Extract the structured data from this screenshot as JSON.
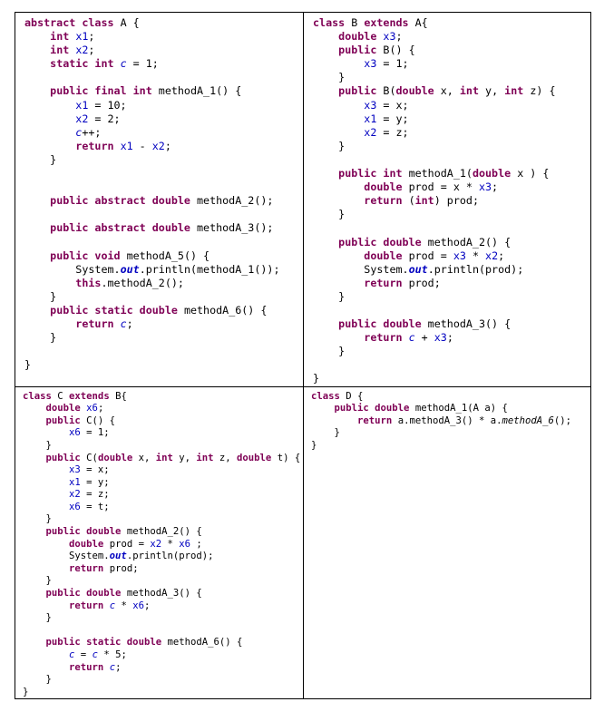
{
  "code_blocks": {
    "class_a": [
      [
        [
          "kw",
          "abstract class "
        ],
        [
          "",
          "A {"
        ]
      ],
      [
        [
          "",
          "    "
        ],
        [
          "kw",
          "int "
        ],
        [
          "fld",
          "x1"
        ],
        [
          "",
          ";"
        ]
      ],
      [
        [
          "",
          "    "
        ],
        [
          "kw",
          "int "
        ],
        [
          "fld",
          "x2"
        ],
        [
          "",
          ";"
        ]
      ],
      [
        [
          "",
          "    "
        ],
        [
          "kw",
          "static int "
        ],
        [
          "sta",
          "c"
        ],
        [
          "",
          " = 1;"
        ]
      ],
      [
        [
          "",
          ""
        ]
      ],
      [
        [
          "",
          "    "
        ],
        [
          "kw",
          "public final int "
        ],
        [
          "",
          "methodA_1() {"
        ]
      ],
      [
        [
          "",
          "        "
        ],
        [
          "fld",
          "x1"
        ],
        [
          "",
          " = 10;"
        ]
      ],
      [
        [
          "",
          "        "
        ],
        [
          "fld",
          "x2"
        ],
        [
          "",
          " = 2;"
        ]
      ],
      [
        [
          "",
          "        "
        ],
        [
          "sta",
          "c"
        ],
        [
          "",
          "++;"
        ]
      ],
      [
        [
          "",
          "        "
        ],
        [
          "kw",
          "return "
        ],
        [
          "fld",
          "x1"
        ],
        [
          "",
          " - "
        ],
        [
          "fld",
          "x2"
        ],
        [
          "",
          ";"
        ]
      ],
      [
        [
          "",
          "    }"
        ]
      ],
      [
        [
          "",
          ""
        ]
      ],
      [
        [
          "",
          ""
        ]
      ],
      [
        [
          "",
          "    "
        ],
        [
          "kw",
          "public abstract double "
        ],
        [
          "",
          "methodA_2();"
        ]
      ],
      [
        [
          "",
          ""
        ]
      ],
      [
        [
          "",
          "    "
        ],
        [
          "kw",
          "public abstract double "
        ],
        [
          "",
          "methodA_3();"
        ]
      ],
      [
        [
          "",
          ""
        ]
      ],
      [
        [
          "",
          "    "
        ],
        [
          "kw",
          "public void "
        ],
        [
          "",
          "methodA_5() {"
        ]
      ],
      [
        [
          "",
          "        System."
        ],
        [
          "out",
          "out"
        ],
        [
          "",
          ".println(methodA_1());"
        ]
      ],
      [
        [
          "",
          "        "
        ],
        [
          "kw",
          "this"
        ],
        [
          "",
          ".methodA_2();"
        ]
      ],
      [
        [
          "",
          "    }"
        ]
      ],
      [
        [
          "",
          "    "
        ],
        [
          "kw",
          "public static double "
        ],
        [
          "",
          "methodA_6() {"
        ]
      ],
      [
        [
          "",
          "        "
        ],
        [
          "kw",
          "return "
        ],
        [
          "sta",
          "c"
        ],
        [
          "",
          ";"
        ]
      ],
      [
        [
          "",
          "    }"
        ]
      ],
      [
        [
          "",
          ""
        ]
      ],
      [
        [
          "",
          "}"
        ]
      ]
    ],
    "class_b": [
      [
        [
          "kw",
          "class "
        ],
        [
          "",
          "B "
        ],
        [
          "kw",
          "extends "
        ],
        [
          "",
          "A{"
        ]
      ],
      [
        [
          "",
          "    "
        ],
        [
          "kw",
          "double "
        ],
        [
          "fld",
          "x3"
        ],
        [
          "",
          ";"
        ]
      ],
      [
        [
          "",
          "    "
        ],
        [
          "kw",
          "public "
        ],
        [
          "",
          "B() {"
        ]
      ],
      [
        [
          "",
          "        "
        ],
        [
          "fld",
          "x3"
        ],
        [
          "",
          " = 1;"
        ]
      ],
      [
        [
          "",
          "    }"
        ]
      ],
      [
        [
          "",
          "    "
        ],
        [
          "kw",
          "public "
        ],
        [
          "",
          "B("
        ],
        [
          "kw",
          "double "
        ],
        [
          "",
          "x, "
        ],
        [
          "kw",
          "int "
        ],
        [
          "",
          "y, "
        ],
        [
          "kw",
          "int "
        ],
        [
          "",
          "z) {"
        ]
      ],
      [
        [
          "",
          "        "
        ],
        [
          "fld",
          "x3"
        ],
        [
          "",
          " = x;"
        ]
      ],
      [
        [
          "",
          "        "
        ],
        [
          "fld",
          "x1"
        ],
        [
          "",
          " = y;"
        ]
      ],
      [
        [
          "",
          "        "
        ],
        [
          "fld",
          "x2"
        ],
        [
          "",
          " = z;"
        ]
      ],
      [
        [
          "",
          "    }"
        ]
      ],
      [
        [
          "",
          ""
        ]
      ],
      [
        [
          "",
          "    "
        ],
        [
          "kw",
          "public int "
        ],
        [
          "",
          "methodA_1("
        ],
        [
          "kw",
          "double "
        ],
        [
          "",
          "x ) {"
        ]
      ],
      [
        [
          "",
          "        "
        ],
        [
          "kw",
          "double "
        ],
        [
          "",
          "prod = x * "
        ],
        [
          "fld",
          "x3"
        ],
        [
          "",
          ";"
        ]
      ],
      [
        [
          "",
          "        "
        ],
        [
          "kw",
          "return "
        ],
        [
          "",
          "("
        ],
        [
          "kw",
          "int"
        ],
        [
          "",
          ") prod;"
        ]
      ],
      [
        [
          "",
          "    }"
        ]
      ],
      [
        [
          "",
          ""
        ]
      ],
      [
        [
          "",
          "    "
        ],
        [
          "kw",
          "public double "
        ],
        [
          "",
          "methodA_2() {"
        ]
      ],
      [
        [
          "",
          "        "
        ],
        [
          "kw",
          "double "
        ],
        [
          "",
          "prod = "
        ],
        [
          "fld",
          "x3"
        ],
        [
          "",
          " * "
        ],
        [
          "fld",
          "x2"
        ],
        [
          "",
          ";"
        ]
      ],
      [
        [
          "",
          "        System."
        ],
        [
          "out",
          "out"
        ],
        [
          "",
          ".println(prod);"
        ]
      ],
      [
        [
          "",
          "        "
        ],
        [
          "kw",
          "return "
        ],
        [
          "",
          "prod;"
        ]
      ],
      [
        [
          "",
          "    }"
        ]
      ],
      [
        [
          "",
          ""
        ]
      ],
      [
        [
          "",
          "    "
        ],
        [
          "kw",
          "public double "
        ],
        [
          "",
          "methodA_3() {"
        ]
      ],
      [
        [
          "",
          "        "
        ],
        [
          "kw",
          "return "
        ],
        [
          "sta",
          "c"
        ],
        [
          "",
          " + "
        ],
        [
          "fld",
          "x3"
        ],
        [
          "",
          ";"
        ]
      ],
      [
        [
          "",
          "    }"
        ]
      ],
      [
        [
          "",
          ""
        ]
      ],
      [
        [
          "",
          "}"
        ]
      ]
    ],
    "class_c": [
      [
        [
          "kw",
          "class "
        ],
        [
          "",
          "C "
        ],
        [
          "kw",
          "extends "
        ],
        [
          "",
          "B{"
        ]
      ],
      [
        [
          "",
          "    "
        ],
        [
          "kw",
          "double "
        ],
        [
          "fld",
          "x6"
        ],
        [
          "",
          ";"
        ]
      ],
      [
        [
          "",
          "    "
        ],
        [
          "kw",
          "public "
        ],
        [
          "",
          "C() {"
        ]
      ],
      [
        [
          "",
          "        "
        ],
        [
          "fld",
          "x6"
        ],
        [
          "",
          " = 1;"
        ]
      ],
      [
        [
          "",
          "    }"
        ]
      ],
      [
        [
          "",
          "    "
        ],
        [
          "kw",
          "public "
        ],
        [
          "",
          "C("
        ],
        [
          "kw",
          "double "
        ],
        [
          "",
          "x, "
        ],
        [
          "kw",
          "int "
        ],
        [
          "",
          "y, "
        ],
        [
          "kw",
          "int "
        ],
        [
          "",
          "z, "
        ],
        [
          "kw",
          "double "
        ],
        [
          "",
          "t) {"
        ]
      ],
      [
        [
          "",
          "        "
        ],
        [
          "fld",
          "x3"
        ],
        [
          "",
          " = x;"
        ]
      ],
      [
        [
          "",
          "        "
        ],
        [
          "fld",
          "x1"
        ],
        [
          "",
          " = y;"
        ]
      ],
      [
        [
          "",
          "        "
        ],
        [
          "fld",
          "x2"
        ],
        [
          "",
          " = z;"
        ]
      ],
      [
        [
          "",
          "        "
        ],
        [
          "fld",
          "x6"
        ],
        [
          "",
          " = t;"
        ]
      ],
      [
        [
          "",
          "    }"
        ]
      ],
      [
        [
          "",
          "    "
        ],
        [
          "kw",
          "public double "
        ],
        [
          "",
          "methodA_2() {"
        ]
      ],
      [
        [
          "",
          "        "
        ],
        [
          "kw",
          "double "
        ],
        [
          "",
          "prod = "
        ],
        [
          "fld",
          "x2"
        ],
        [
          "",
          " * "
        ],
        [
          "fld",
          "x6"
        ],
        [
          "",
          " ;"
        ]
      ],
      [
        [
          "",
          "        System."
        ],
        [
          "out",
          "out"
        ],
        [
          "",
          ".println(prod);"
        ]
      ],
      [
        [
          "",
          "        "
        ],
        [
          "kw",
          "return "
        ],
        [
          "",
          "prod;"
        ]
      ],
      [
        [
          "",
          "    }"
        ]
      ],
      [
        [
          "",
          "    "
        ],
        [
          "kw",
          "public double "
        ],
        [
          "",
          "methodA_3() {"
        ]
      ],
      [
        [
          "",
          "        "
        ],
        [
          "kw",
          "return "
        ],
        [
          "sta",
          "c"
        ],
        [
          "",
          " * "
        ],
        [
          "fld",
          "x6"
        ],
        [
          "",
          ";"
        ]
      ],
      [
        [
          "",
          "    }"
        ]
      ],
      [
        [
          "",
          ""
        ]
      ],
      [
        [
          "",
          "    "
        ],
        [
          "kw",
          "public static double "
        ],
        [
          "",
          "methodA_6() {"
        ]
      ],
      [
        [
          "",
          "        "
        ],
        [
          "sta",
          "c"
        ],
        [
          "",
          " = "
        ],
        [
          "sta",
          "c"
        ],
        [
          "",
          " * 5;"
        ]
      ],
      [
        [
          "",
          "        "
        ],
        [
          "kw",
          "return "
        ],
        [
          "sta",
          "c"
        ],
        [
          "",
          ";"
        ]
      ],
      [
        [
          "",
          "    }"
        ]
      ],
      [
        [
          "",
          "}"
        ]
      ]
    ],
    "class_d": [
      [
        [
          "kw",
          "class "
        ],
        [
          "",
          "D {"
        ]
      ],
      [
        [
          "",
          "    "
        ],
        [
          "kw",
          "public double "
        ],
        [
          "",
          "methodA_1(A a) {"
        ]
      ],
      [
        [
          "",
          "        "
        ],
        [
          "kw",
          "return "
        ],
        [
          "",
          "a.methodA_3() * a."
        ],
        [
          "smi",
          "methodA_6"
        ],
        [
          "",
          "();"
        ]
      ],
      [
        [
          "",
          "    }"
        ]
      ],
      [
        [
          "",
          "}"
        ]
      ]
    ]
  }
}
